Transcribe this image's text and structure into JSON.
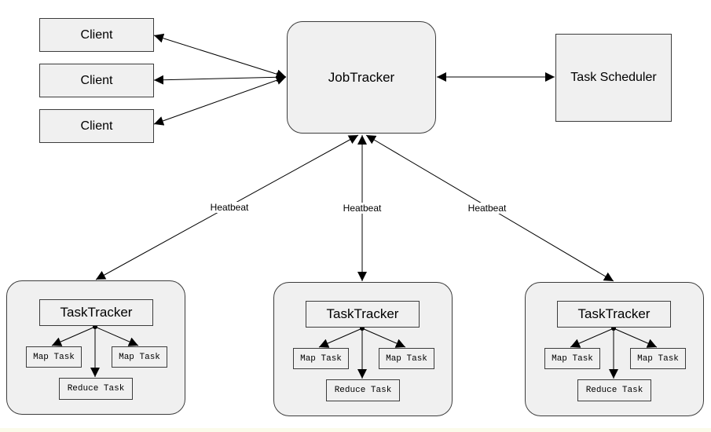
{
  "clients": [
    {
      "label": "Client"
    },
    {
      "label": "Client"
    },
    {
      "label": "Client"
    }
  ],
  "job_tracker": {
    "label": "JobTracker"
  },
  "task_scheduler": {
    "label": "Task Scheduler"
  },
  "heartbeat_labels": [
    "Heatbeat",
    "Heatbeat",
    "Heatbeat"
  ],
  "task_trackers": [
    {
      "title": "TaskTracker",
      "map_task_1": "Map Task",
      "map_task_2": "Map Task",
      "reduce_task": "Reduce Task"
    },
    {
      "title": "TaskTracker",
      "map_task_1": "Map Task",
      "map_task_2": "Map Task",
      "reduce_task": "Reduce Task"
    },
    {
      "title": "TaskTracker",
      "map_task_1": "Map Task",
      "map_task_2": "Map Task",
      "reduce_task": "Reduce Task"
    }
  ]
}
